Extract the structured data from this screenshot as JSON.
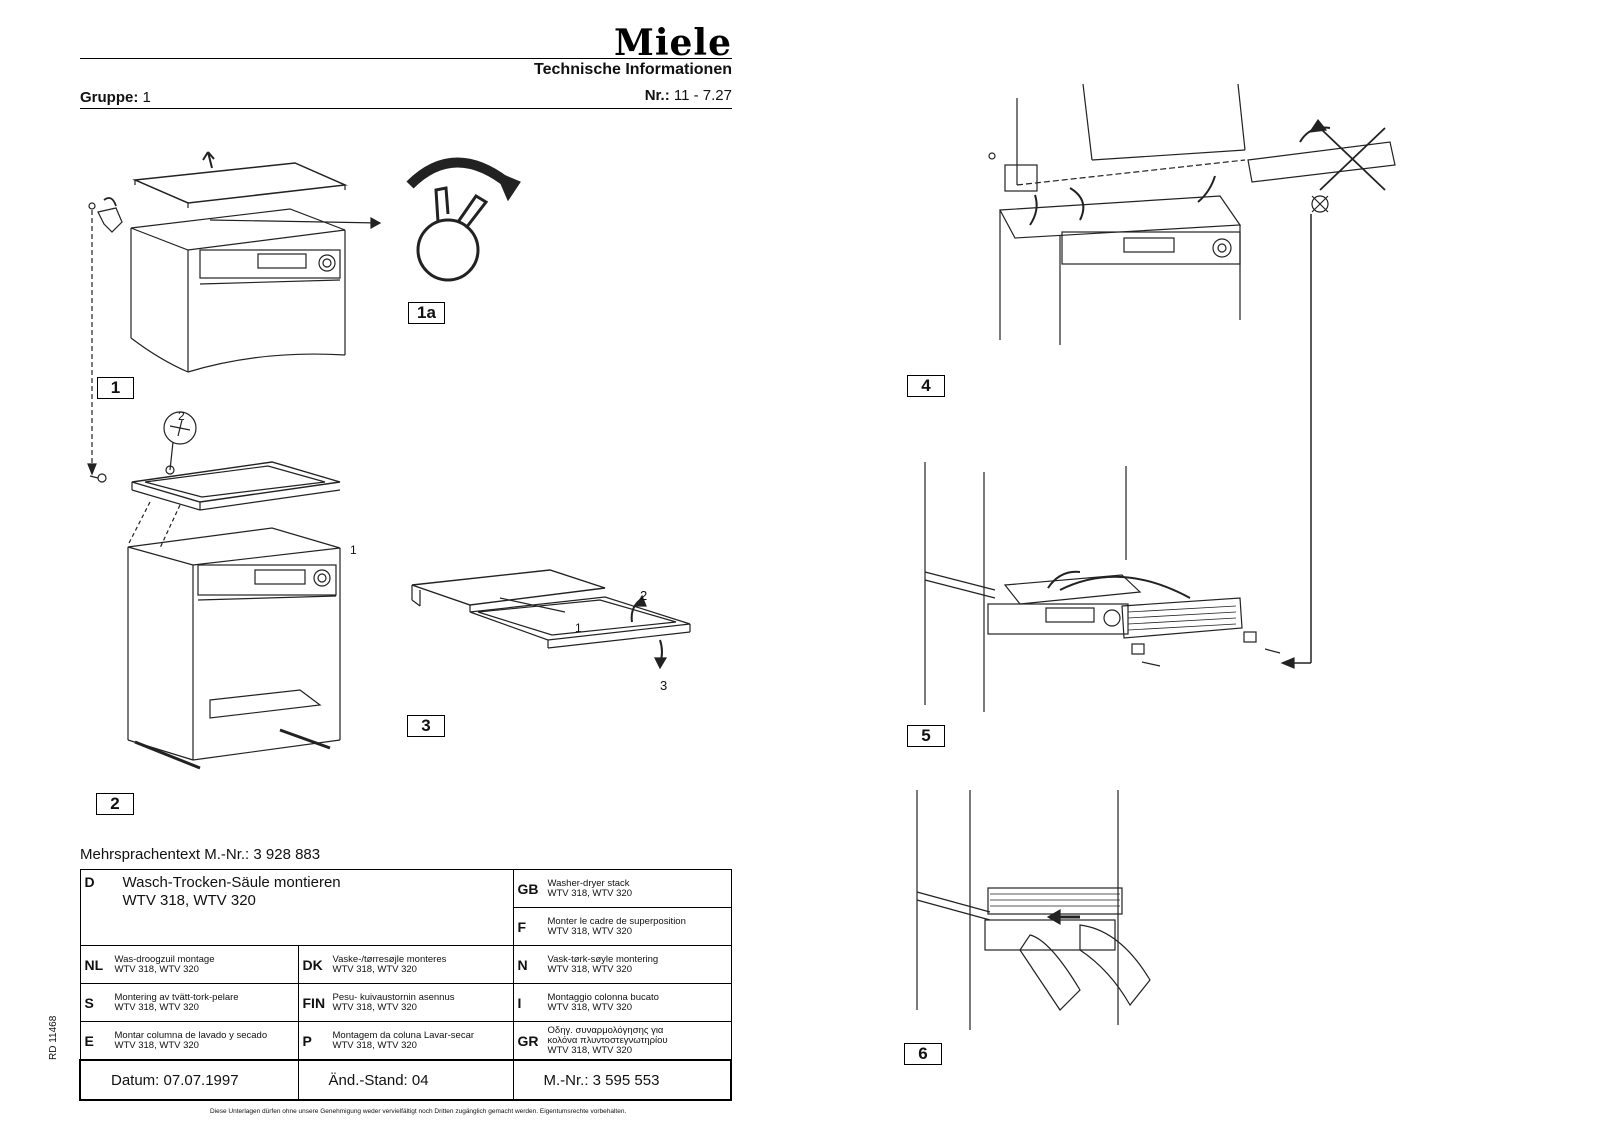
{
  "header": {
    "brand": "Miele",
    "subtitle": "Technische Informationen",
    "gruppe_label": "Gruppe:",
    "gruppe_value": "1",
    "nr_label": "Nr.:",
    "nr_value": "11 - 7.27"
  },
  "figures": {
    "f1": "1",
    "f1a": "1a",
    "f2": "2",
    "f3": "3",
    "f4": "4",
    "f5": "5",
    "f6": "6",
    "callouts": {
      "c2_top": "2",
      "c1_right": "1",
      "c3_1": "1",
      "c3_2": "2",
      "c3_3": "3"
    }
  },
  "multilang": {
    "label": "Mehrsprachentext M.-Nr.: 3 928 883",
    "model": "WTV 318, WTV 320",
    "rows": {
      "D": {
        "code": "D",
        "text": "Wasch-Trocken-Säule montieren"
      },
      "GB": {
        "code": "GB",
        "text": "Washer-dryer stack"
      },
      "F": {
        "code": "F",
        "text": "Monter le cadre de superposition"
      },
      "NL": {
        "code": "NL",
        "text": "Was-droogzuil montage"
      },
      "DK": {
        "code": "DK",
        "text": "Vaske-/tørresøjle monteres"
      },
      "N": {
        "code": "N",
        "text": "Vask-tørk-søyle montering"
      },
      "S": {
        "code": "S",
        "text": "Montering av tvätt-tork-pelare"
      },
      "FIN": {
        "code": "FIN",
        "text": "Pesu- kuivaustornin asennus"
      },
      "I": {
        "code": "I",
        "text": "Montaggio colonna bucato"
      },
      "E": {
        "code": "E",
        "text": "Montar columna de lavado y secado"
      },
      "P": {
        "code": "P",
        "text": "Montagem da coluna Lavar-secar"
      },
      "GR": {
        "code": "GR",
        "text1": "Οδηγ. συναρμολόγησης για",
        "text2": "κολόνα πλυντοστεγνωτηρίου"
      }
    }
  },
  "footer": {
    "datum": "Datum: 07.07.1997",
    "stand": "Änd.-Stand: 04",
    "mnr": "M.-Nr.: 3 595 553",
    "rd": "RD 11468",
    "note": "Diese Unterlagen dürfen ohne unsere Genehmigung weder vervielfältigt noch Dritten zugänglich gemacht werden. Eigentumsrechte vorbehalten."
  }
}
